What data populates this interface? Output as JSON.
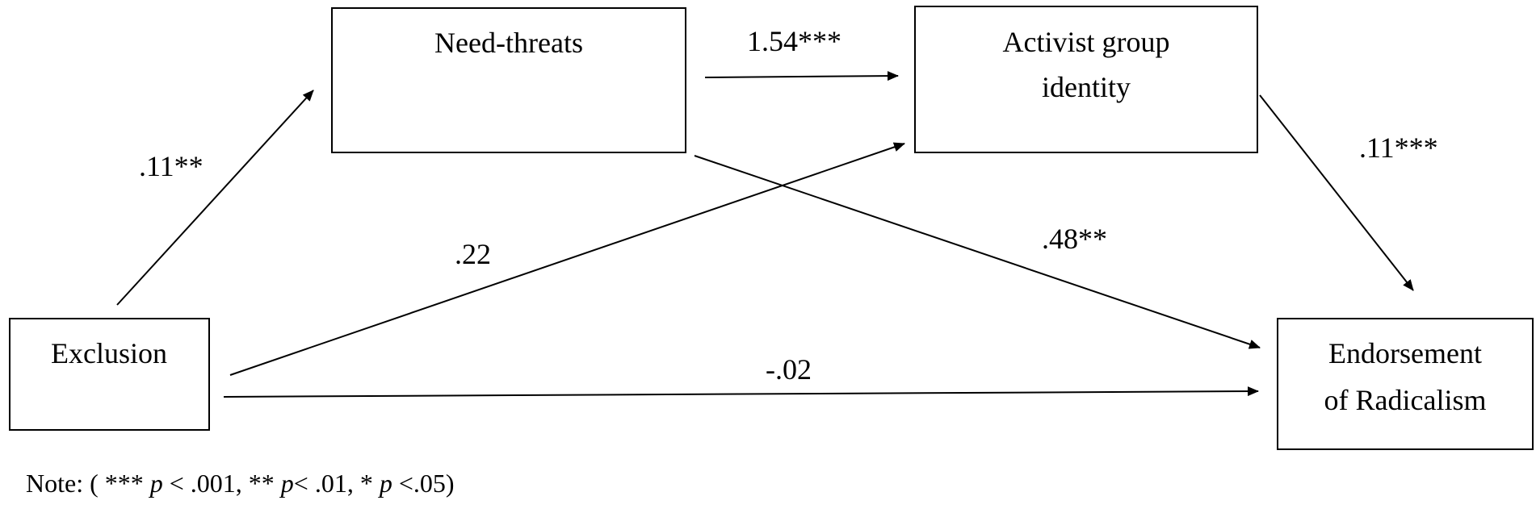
{
  "nodes": {
    "exclusion": {
      "label": "Exclusion"
    },
    "need_threats": {
      "label": "Need-threats"
    },
    "activist": {
      "label_line1": "Activist group",
      "label_line2": "identity"
    },
    "endorsement": {
      "label_line1": "Endorsement",
      "label_line2": "of Radicalism"
    }
  },
  "edges": {
    "exclusion_to_need_threats": ".11**",
    "need_threats_to_activist": "1.54***",
    "activist_to_endorsement": ".11***",
    "exclusion_to_activist": ".22",
    "need_threats_to_endorsement": ".48**",
    "exclusion_to_endorsement": "-.02"
  },
  "note": {
    "prefix": "Note: ( *** ",
    "p1": "p",
    "seg1": " < .001, ** ",
    "p2": "p",
    "seg2": "< .01, * ",
    "p3": "p",
    "seg3": " <.05)"
  }
}
